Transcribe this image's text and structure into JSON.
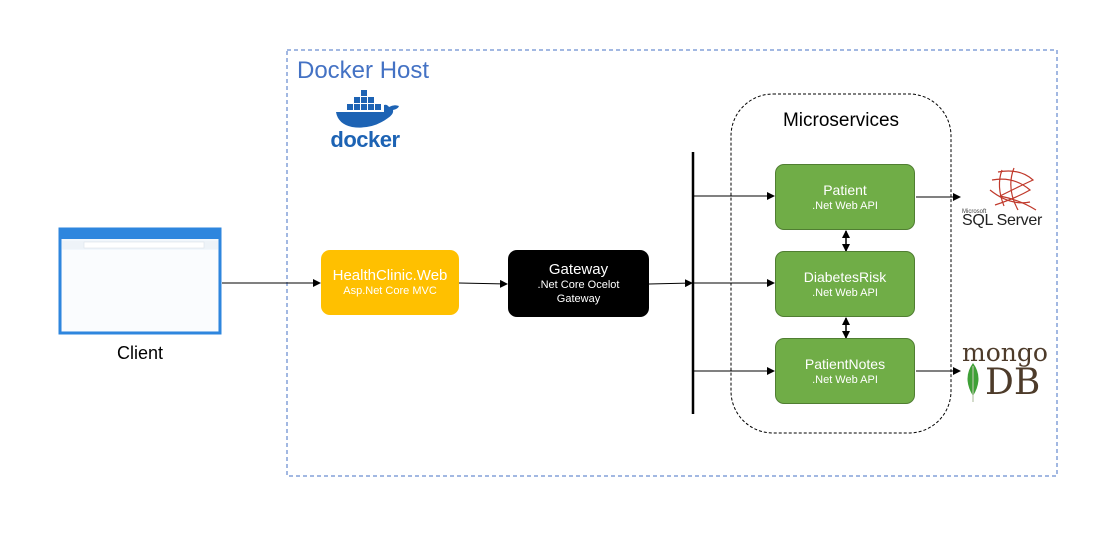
{
  "diagram": {
    "host_label": "Docker Host",
    "docker_logo_text": "docker",
    "client_label": "Client",
    "microservices_label": "Microservices",
    "web_app": {
      "title": "HealthClinic.Web",
      "subtitle": "Asp.Net Core MVC"
    },
    "gateway": {
      "title": "Gateway",
      "subtitle_line1": ".Net Core Ocelot",
      "subtitle_line2": "Gateway"
    },
    "services": [
      {
        "title": "Patient",
        "subtitle": ".Net Web API"
      },
      {
        "title": "DiabetesRisk",
        "subtitle": ".Net Web API"
      },
      {
        "title": "PatientNotes",
        "subtitle": ".Net Web API"
      }
    ],
    "sql_logo": {
      "small": "Microsoft",
      "big": "SQL Server"
    },
    "mongo_logo": {
      "top": "mongo",
      "bottom": "DB"
    },
    "colors": {
      "host_border": "#4472c4",
      "web_app": "#ffc000",
      "gateway": "#000000",
      "service": "#70ad47",
      "docker_blue": "#1d63b4"
    }
  }
}
